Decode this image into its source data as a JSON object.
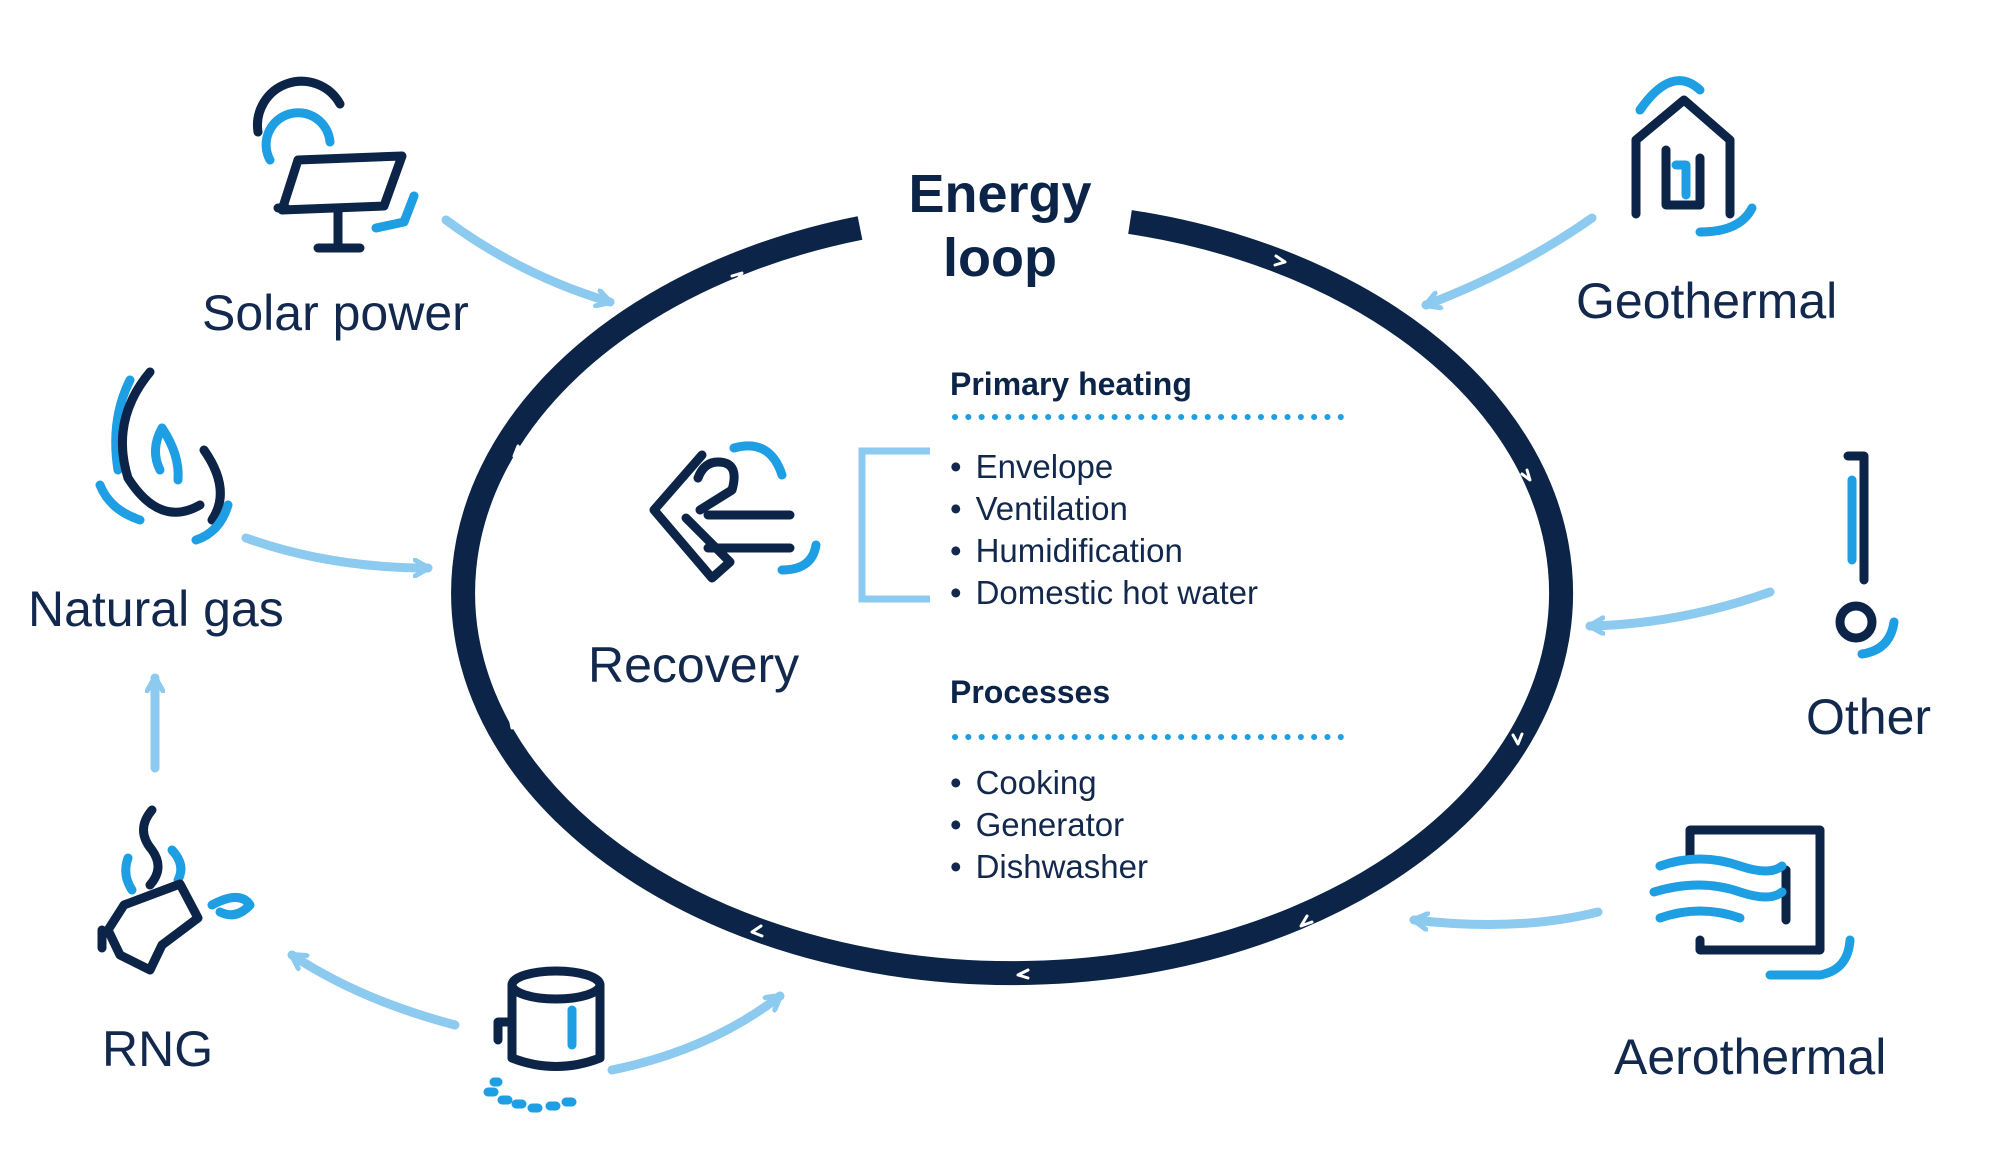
{
  "title": {
    "line1": "Energy",
    "line2": "loop"
  },
  "sources": {
    "solar": "Solar power",
    "natural_gas": "Natural gas",
    "rng": "RNG",
    "geothermal": "Geothermal",
    "other": "Other",
    "aerothermal": "Aerothermal"
  },
  "recovery": {
    "label": "Recovery"
  },
  "primary_heating": {
    "heading": "Primary heating",
    "items": [
      "Envelope",
      "Ventilation",
      "Humidification",
      "Domestic hot water"
    ]
  },
  "processes": {
    "heading": "Processes",
    "items": [
      "Cooking",
      "Generator",
      "Dishwasher"
    ]
  },
  "colors": {
    "navy": "#0b2447",
    "light_blue": "#8ccaf0",
    "blue": "#1e9ee3"
  },
  "icons": [
    "solar-panel-icon",
    "flame-icon",
    "landfill-gas-icon",
    "waste-bin-icon",
    "house-geothermal-icon",
    "exclamation-icon",
    "wind-unit-icon",
    "recovery-arrow-icon"
  ]
}
